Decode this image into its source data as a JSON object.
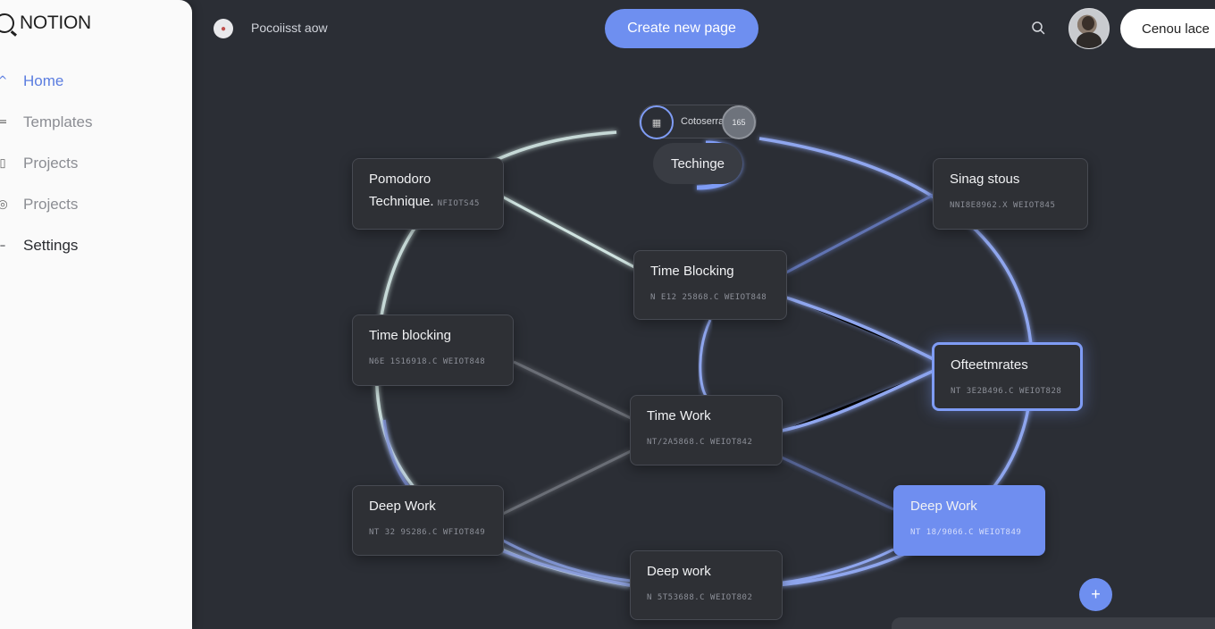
{
  "app": {
    "logo_text": "NOTION"
  },
  "sidebar": {
    "items": [
      {
        "label": "Home",
        "icon": "chevron-up-icon",
        "glyph": "^",
        "state": "active"
      },
      {
        "label": "Templates",
        "icon": "list-icon",
        "glyph": "=",
        "state": "normal"
      },
      {
        "label": "Projects",
        "icon": "clipboard-icon",
        "glyph": "▯",
        "state": "normal"
      },
      {
        "label": "Projects",
        "icon": "target-icon",
        "glyph": "◎",
        "state": "normal"
      },
      {
        "label": "Settings",
        "icon": "minus-icon",
        "glyph": "–",
        "state": "strong"
      }
    ]
  },
  "header": {
    "workspace_name": "Pocoiisst aow",
    "create_button": "Create new page",
    "user_button": "Cenou lace"
  },
  "graph": {
    "top_chip": {
      "label": "Cotoserra",
      "badge": "165"
    },
    "center_pill": "Techinge",
    "nodes": [
      {
        "title": "Pomodoro",
        "title2": "Technique.",
        "sub": "NFIOTS45"
      },
      {
        "title": "Sinag stous",
        "sub": "NNI8E8962.X WEIOT845"
      },
      {
        "title": "Time Blocking",
        "sub": "N E12 25868.C WEIOT848"
      },
      {
        "title": "Time blocking",
        "sub": "N6E 1S16918.C WEIOT848"
      },
      {
        "title": "Ofteetmrates",
        "sub": "NT 3E2B496.C WEIOT828"
      },
      {
        "title": "Time Work",
        "sub": "NT/2A5868.C WEIOT842"
      },
      {
        "title": "Deep Work",
        "sub": "NT 32 9S286.C WFIOT849"
      },
      {
        "title": "Deep Work",
        "sub": "NT 18/9066.C WEIOT849"
      },
      {
        "title": "Deep work",
        "sub": "N 5T53688.C WEIOT802"
      }
    ]
  },
  "colors": {
    "accent": "#6e8ff0",
    "background": "#2b2e35",
    "sidebar": "#fafafa",
    "edge_light": "#cfe3e0",
    "edge_blue": "#8fa6ee",
    "edge_gray": "#6b6e76"
  },
  "icons": {
    "workspace": "workspace-icon",
    "search": "search-icon",
    "add": "plus-icon"
  }
}
